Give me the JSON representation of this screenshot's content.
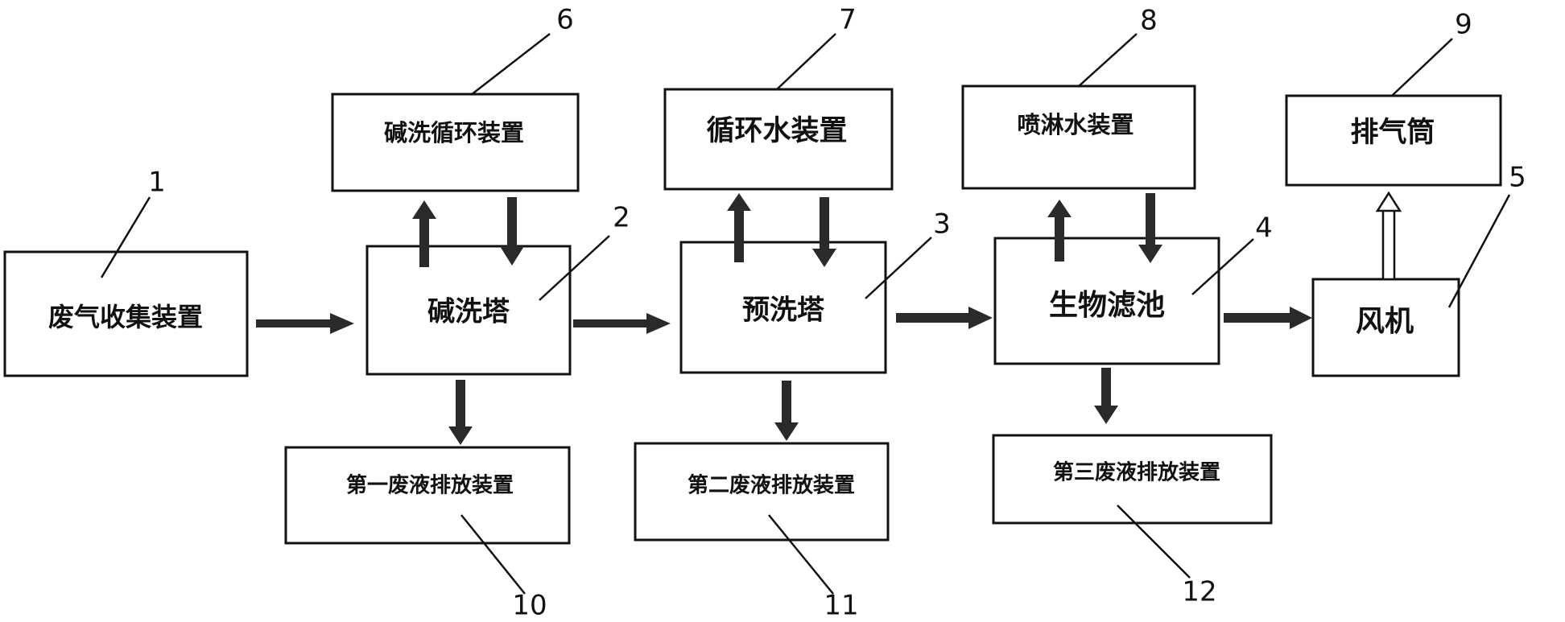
{
  "nodes": {
    "waste_gas_collection": {
      "label": "废气收集装置",
      "number": "1"
    },
    "alkali_wash_tower": {
      "label": "碱洗塔",
      "number": "2"
    },
    "prewash_tower": {
      "label": "预洗塔",
      "number": "3"
    },
    "bio_filter": {
      "label": "生物滤池",
      "number": "4"
    },
    "fan": {
      "label": "风机",
      "number": "5"
    },
    "alkali_circulation": {
      "label": "碱洗循环装置",
      "number": "6"
    },
    "circulating_water": {
      "label": "循环水装置",
      "number": "7"
    },
    "spray_water": {
      "label": "喷淋水装置",
      "number": "8"
    },
    "exhaust_stack": {
      "label": "排气筒",
      "number": "9"
    },
    "waste_liquid_1": {
      "label": "第一废液排放装置",
      "number": "10"
    },
    "waste_liquid_2": {
      "label": "第二废液排放装置",
      "number": "11"
    },
    "waste_liquid_3": {
      "label": "第三废液排放装置",
      "number": "12"
    }
  },
  "colors": {
    "line": "#111111",
    "arrow": "#2a2a2a",
    "background": "#ffffff"
  }
}
